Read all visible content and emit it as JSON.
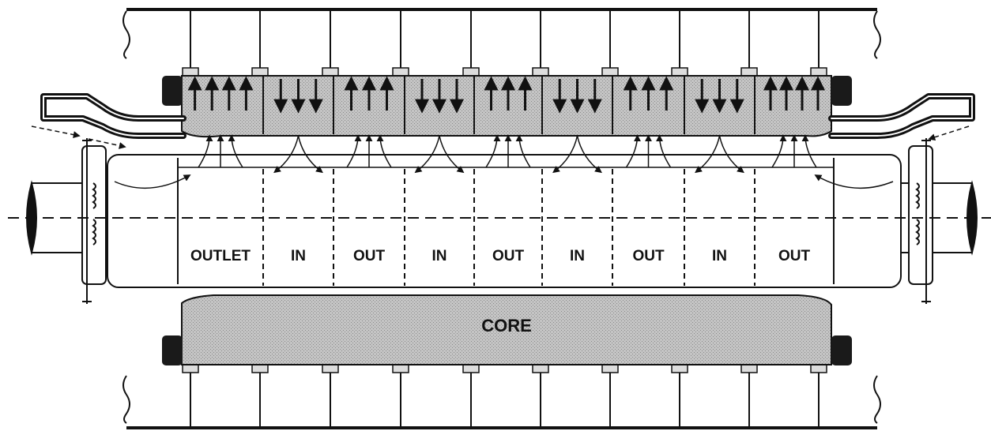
{
  "diagram": {
    "zones": [
      {
        "label": "OUTLET",
        "flow": "out"
      },
      {
        "label": "IN",
        "flow": "in"
      },
      {
        "label": "OUT",
        "flow": "out"
      },
      {
        "label": "IN",
        "flow": "in"
      },
      {
        "label": "OUT",
        "flow": "out"
      },
      {
        "label": "IN",
        "flow": "in"
      },
      {
        "label": "OUT",
        "flow": "out"
      },
      {
        "label": "IN",
        "flow": "in"
      },
      {
        "label": "OUT",
        "flow": "out"
      }
    ],
    "core_label": "CORE",
    "colors": {
      "line": "#111111",
      "core_fill": "#b9b9b9",
      "background": "#ffffff"
    }
  }
}
